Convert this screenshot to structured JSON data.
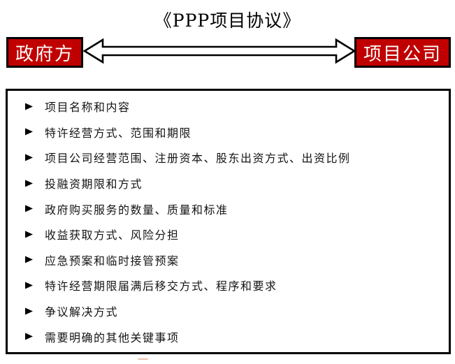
{
  "title": "《PPP项目协议》",
  "parties": {
    "left_label": "政府方",
    "right_label": "项目公司"
  },
  "connector": {
    "icon": "double-headed-arrow",
    "style": "hollow-outline"
  },
  "colors": {
    "party_box_fill": "#C00000",
    "party_box_border": "#000000",
    "party_text": "#FFFFFF",
    "arrow_outline": "#000000",
    "arrow_fill": "#FFFFFF",
    "list_border": "#000000",
    "list_text": "#141414"
  },
  "list": {
    "bullet_icon": "right-arrowhead-bullet",
    "items": [
      "项目名称和内容",
      "特许经营方式、范围和期限",
      "项目公司经营范围、注册资本、股东出资方式、出资比例",
      "投融资期限和方式",
      "政府购买服务的数量、质量和标准",
      "收益获取方式、风险分担",
      "应急预案和临时接管预案",
      "特许经营期限届满后移交方式、程序和要求",
      "争议解决方式",
      "需要明确的其他关键事项"
    ]
  }
}
